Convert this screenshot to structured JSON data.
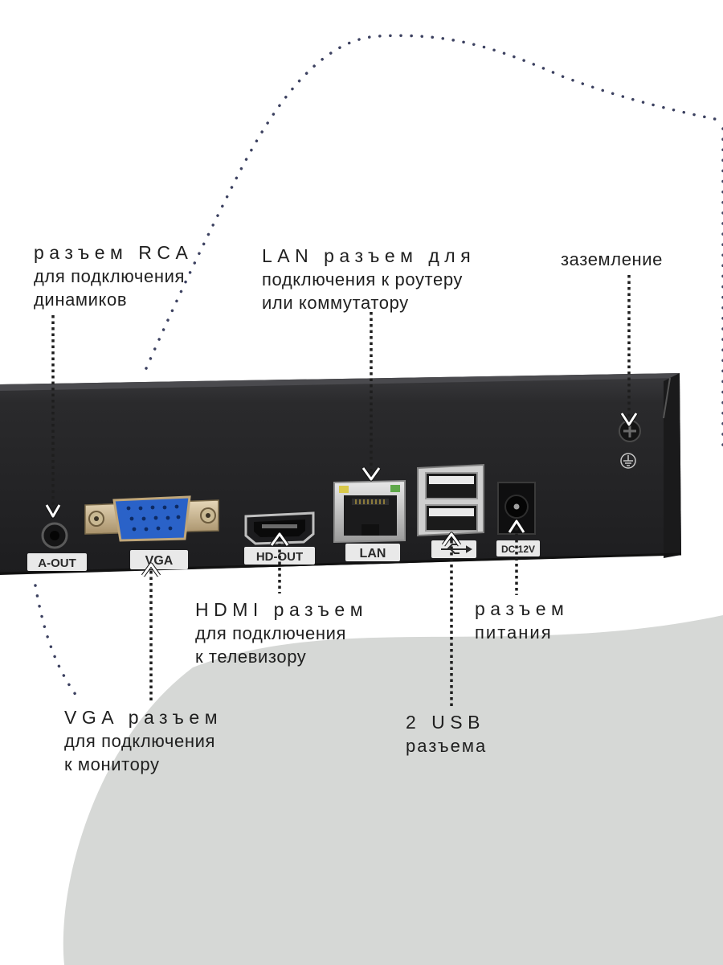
{
  "callouts": {
    "rca": {
      "line1": "разъем RCA",
      "line2": "для подключения",
      "line3": "динамиков"
    },
    "lan": {
      "line1": "LAN разъем для",
      "line2": "подключения к роутеру",
      "line3": "или коммутатору"
    },
    "ground": {
      "line1": "заземление"
    },
    "hdmi": {
      "line1": "HDMI разъем",
      "line2": "для подключения",
      "line3": "к телевизору"
    },
    "power": {
      "line1": "разъем",
      "line2": "питания"
    },
    "vga": {
      "line1": "VGA разъем",
      "line2": "для подключения",
      "line3": "к монитору"
    },
    "usb": {
      "line1": "2 USB",
      "line2": "разъема"
    }
  },
  "port_labels": {
    "aout": "A-OUT",
    "vga": "VGA",
    "hdout": "HD-OUT",
    "lan": "LAN",
    "dc": "DC 12V"
  },
  "colors": {
    "device_body": "#262628",
    "background_blob": "#d6d8d6",
    "dotted_line": "#3c4160",
    "vga_blue": "#2a62c8",
    "label_plate": "#e9e9e9"
  },
  "icons": {
    "ground": "ground-symbol-icon",
    "usb": "usb-symbol-icon"
  }
}
